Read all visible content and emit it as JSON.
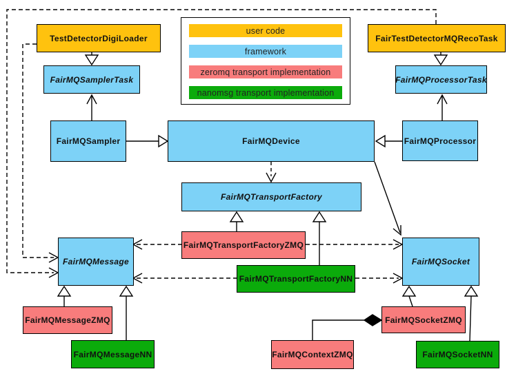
{
  "colors": {
    "user-code": "#FFC20E",
    "framework": "#7DD2F7",
    "zeromq": "#F87C7C",
    "nanomsg": "#0BAB0B",
    "line": "#000000"
  },
  "legend": {
    "items": [
      {
        "label": "user code",
        "colorKey": "user-code"
      },
      {
        "label": "framework",
        "colorKey": "framework"
      },
      {
        "label": "zeromq transport implementation",
        "colorKey": "zeromq"
      },
      {
        "label": "nanomsg transport implementation",
        "colorKey": "nanomsg"
      }
    ]
  },
  "nodes": {
    "testDetectorDigiLoader": {
      "label": "TestDetectorDigiLoader",
      "category": "user-code",
      "abstract": false
    },
    "fairTestDetectorMQRecoTask": {
      "label": "FairTestDetectorMQRecoTask",
      "category": "user-code",
      "abstract": false
    },
    "fairMQSamplerTask": {
      "label": "FairMQSamplerTask",
      "category": "framework",
      "abstract": true
    },
    "fairMQProcessorTask": {
      "label": "FairMQProcessorTask",
      "category": "framework",
      "abstract": true
    },
    "fairMQSampler": {
      "label": "FairMQSampler",
      "category": "framework",
      "abstract": false
    },
    "fairMQDevice": {
      "label": "FairMQDevice",
      "category": "framework",
      "abstract": false
    },
    "fairMQProcessor": {
      "label": "FairMQProcessor",
      "category": "framework",
      "abstract": false
    },
    "fairMQTransportFactory": {
      "label": "FairMQTransportFactory",
      "category": "framework",
      "abstract": true
    },
    "fairMQTransportFactoryZMQ": {
      "label": "FairMQTransportFactoryZMQ",
      "category": "zeromq",
      "abstract": false
    },
    "fairMQTransportFactoryNN": {
      "label": "FairMQTransportFactoryNN",
      "category": "nanomsg",
      "abstract": false
    },
    "fairMQMessage": {
      "label": "FairMQMessage",
      "category": "framework",
      "abstract": true
    },
    "fairMQSocket": {
      "label": "FairMQSocket",
      "category": "framework",
      "abstract": true
    },
    "fairMQMessageZMQ": {
      "label": "FairMQMessageZMQ",
      "category": "zeromq",
      "abstract": false
    },
    "fairMQMessageNN": {
      "label": "FairMQMessageNN",
      "category": "nanomsg",
      "abstract": false
    },
    "fairMQSocketZMQ": {
      "label": "FairMQSocketZMQ",
      "category": "zeromq",
      "abstract": false
    },
    "fairMQSocketNN": {
      "label": "FairMQSocketNN",
      "category": "nanomsg",
      "abstract": false
    },
    "fairMQContextZMQ": {
      "label": "FairMQContextZMQ",
      "category": "zeromq",
      "abstract": false
    }
  },
  "edges": [
    {
      "from": "TestDetectorDigiLoader",
      "to": "FairMQSamplerTask",
      "type": "inheritance-hollow-triangle"
    },
    {
      "from": "FairTestDetectorMQRecoTask",
      "to": "FairMQProcessorTask",
      "type": "inheritance-hollow-triangle"
    },
    {
      "from": "FairMQSampler",
      "to": "FairMQSamplerTask",
      "type": "open-arrow"
    },
    {
      "from": "FairMQProcessor",
      "to": "FairMQProcessorTask",
      "type": "open-arrow"
    },
    {
      "from": "FairMQSampler",
      "to": "FairMQDevice",
      "type": "inheritance-hollow-triangle"
    },
    {
      "from": "FairMQProcessor",
      "to": "FairMQDevice",
      "type": "inheritance-hollow-triangle"
    },
    {
      "from": "FairMQDevice",
      "to": "FairMQTransportFactory",
      "type": "dashed-open-arrow"
    },
    {
      "from": "FairMQDevice",
      "to": "FairMQSocket",
      "type": "open-arrow"
    },
    {
      "from": "FairMQTransportFactoryZMQ",
      "to": "FairMQTransportFactory",
      "type": "inheritance-hollow-triangle"
    },
    {
      "from": "FairMQTransportFactoryNN",
      "to": "FairMQTransportFactory",
      "type": "inheritance-hollow-triangle"
    },
    {
      "from": "FairMQTransportFactoryZMQ",
      "to": "FairMQMessage",
      "type": "dashed-open-arrow"
    },
    {
      "from": "FairMQTransportFactoryZMQ",
      "to": "FairMQSocket",
      "type": "dashed-open-arrow"
    },
    {
      "from": "FairMQTransportFactoryNN",
      "to": "FairMQMessage",
      "type": "dashed-open-arrow"
    },
    {
      "from": "FairMQTransportFactoryNN",
      "to": "FairMQSocket",
      "type": "dashed-open-arrow"
    },
    {
      "from": "TestDetectorDigiLoader",
      "to": "FairMQMessage",
      "type": "dashed-open-arrow"
    },
    {
      "from": "FairTestDetectorMQRecoTask",
      "to": "FairMQMessage",
      "type": "dashed-open-arrow"
    },
    {
      "from": "FairMQMessageZMQ",
      "to": "FairMQMessage",
      "type": "inheritance-hollow-triangle"
    },
    {
      "from": "FairMQMessageNN",
      "to": "FairMQMessage",
      "type": "inheritance-hollow-triangle"
    },
    {
      "from": "FairMQSocketZMQ",
      "to": "FairMQSocket",
      "type": "inheritance-hollow-triangle"
    },
    {
      "from": "FairMQSocketNN",
      "to": "FairMQSocket",
      "type": "inheritance-hollow-triangle"
    },
    {
      "from": "FairMQContextZMQ",
      "to": "FairMQSocketZMQ",
      "type": "composition-filled-diamond"
    }
  ]
}
